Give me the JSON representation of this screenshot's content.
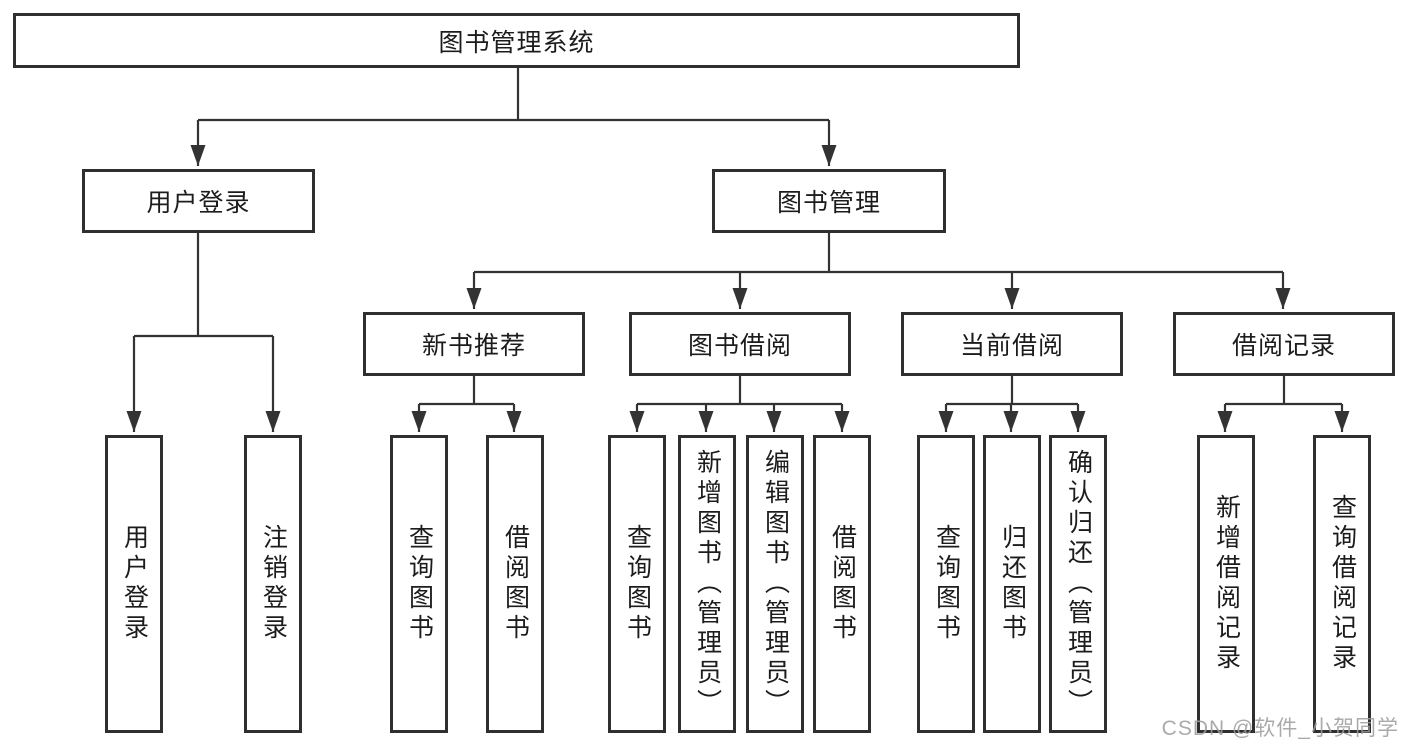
{
  "diagram": {
    "type": "hierarchy-tree",
    "colors": {
      "background": "#ffffff",
      "line": "#333333",
      "box_border": "#2f2f2f",
      "text": "#1c1c1c",
      "watermark": "#9e9e9e"
    },
    "nodes": {
      "root": {
        "label": "图书管理系统"
      },
      "level1": [
        {
          "label": "用户登录"
        },
        {
          "label": "图书管理"
        }
      ],
      "level2": [
        {
          "label": "新书推荐",
          "parent": "图书管理"
        },
        {
          "label": "图书借阅",
          "parent": "图书管理"
        },
        {
          "label": "当前借阅",
          "parent": "图书管理"
        },
        {
          "label": "借阅记录",
          "parent": "图书管理"
        }
      ],
      "leaves": [
        {
          "label": "用户登录",
          "parent": "用户登录"
        },
        {
          "label": "注销登录",
          "parent": "用户登录"
        },
        {
          "label": "查询图书",
          "parent": "新书推荐"
        },
        {
          "label": "借阅图书",
          "parent": "新书推荐"
        },
        {
          "label": "查询图书",
          "parent": "图书借阅"
        },
        {
          "label": "新增图书（管理员）",
          "parent": "图书借阅"
        },
        {
          "label": "编辑图书（管理员）",
          "parent": "图书借阅"
        },
        {
          "label": "借阅图书",
          "parent": "图书借阅"
        },
        {
          "label": "查询图书",
          "parent": "当前借阅"
        },
        {
          "label": "归还图书",
          "parent": "当前借阅"
        },
        {
          "label": "确认归还（管理员）",
          "parent": "当前借阅"
        },
        {
          "label": "新增借阅记录",
          "parent": "借阅记录"
        },
        {
          "label": "查询借阅记录",
          "parent": "借阅记录"
        }
      ]
    }
  },
  "watermark": {
    "text": "CSDN @软件_小贺同学"
  }
}
